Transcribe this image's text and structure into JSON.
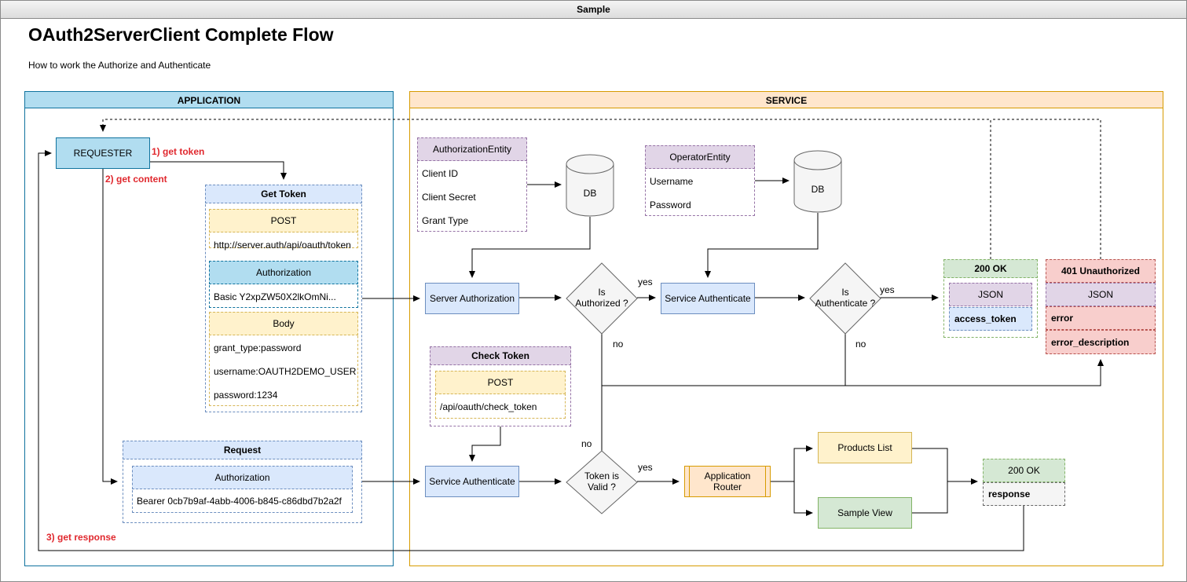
{
  "window": {
    "title": "Sample"
  },
  "page": {
    "title": "OAuth2ServerClient Complete Flow",
    "subtitle": "How to work the Authorize and Authenticate"
  },
  "lanes": {
    "application": "APPLICATION",
    "service": "SERVICE"
  },
  "requester": "REQUESTER",
  "steps": {
    "get_token": "1) get token",
    "get_content": "2) get content",
    "get_response": "3) get response"
  },
  "get_token": {
    "title": "Get Token",
    "method": "POST",
    "url": "http://server.auth/api/oauth/token",
    "auth_header": "Authorization",
    "auth_value": "Basic Y2xpZW50X2lkOmNi...",
    "body_header": "Body",
    "body_lines": [
      "grant_type:password",
      "username:OAUTH2DEMO_USER",
      "password:1234"
    ]
  },
  "request": {
    "title": "Request",
    "auth_header": "Authorization",
    "auth_value": "Bearer 0cb7b9af-4abb-4006-b845-c86dbd7b2a2f"
  },
  "authorization_entity": {
    "title": "AuthorizationEntity",
    "fields": [
      "Client ID",
      "Client Secret",
      "Grant Type"
    ]
  },
  "operator_entity": {
    "title": "OperatorEntity",
    "fields": [
      "Username",
      "Password"
    ]
  },
  "db_label": "DB",
  "server_authorization": "Server Authorization",
  "service_authenticate": "Service Authenticate",
  "decisions": {
    "is_authorized": [
      "Is",
      "Authorized ?"
    ],
    "is_authenticate": [
      "Is",
      "Authenticate ?"
    ],
    "token_valid": [
      "Token is",
      "Valid ?"
    ]
  },
  "edge_labels": {
    "yes": "yes",
    "no": "no"
  },
  "ok_token": {
    "title": "200 OK",
    "type": "JSON",
    "field": "access_token"
  },
  "unauthorized": {
    "title": "401 Unauthorized",
    "type": "JSON",
    "fields": [
      "error",
      "error_description"
    ]
  },
  "check_token": {
    "title": "Check Token",
    "method": "POST",
    "url": "/api/oauth/check_token"
  },
  "app_router": [
    "Application",
    "Router"
  ],
  "products_list": "Products List",
  "sample_view": "Sample View",
  "ok_response": {
    "title": "200 OK",
    "field": "response"
  },
  "colors": {
    "blue_lane": "#b1ddf0",
    "blue_lane_border": "#10739e",
    "orange_lane": "#ffe6cc",
    "orange_lane_border": "#d79b00",
    "light_blue": "#dae8fc",
    "light_blue_border": "#6c8ebf",
    "yellow": "#fff2cc",
    "yellow_border": "#d6b656",
    "purple": "#e1d5e7",
    "purple_border": "#9673a6",
    "green": "#d5e8d4",
    "green_border": "#82b366",
    "red": "#f8cecc",
    "red_border": "#b85450",
    "grey": "#f5f5f5",
    "grey_border": "#666666",
    "step_red": "#e0282e"
  }
}
